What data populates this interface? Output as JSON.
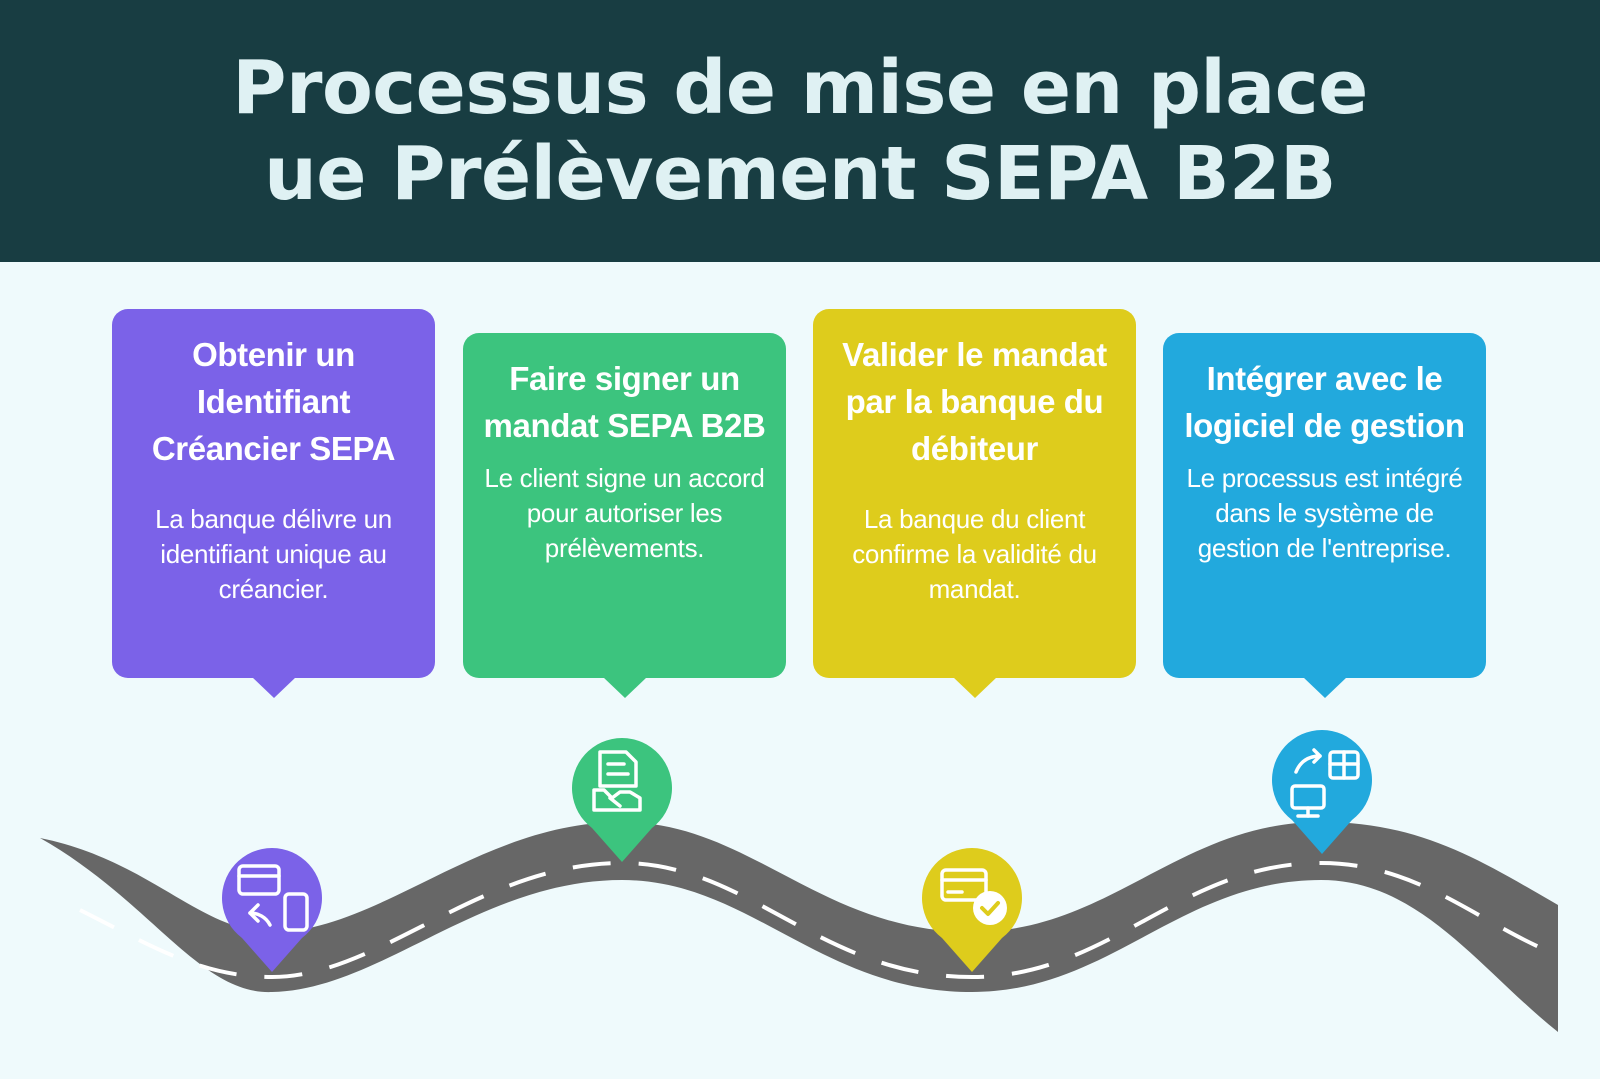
{
  "header": {
    "title_line1": "Processus de mise en place",
    "title_line2": "ue Prélèvement SEPA B2B",
    "background": "#183d42"
  },
  "steps": [
    {
      "title": "Obtenir un Identifiant Créancier SEPA",
      "description": "La banque délivre un identifiant unique au créancier.",
      "color": "#7b62e8",
      "icon": "card-to-phone-icon"
    },
    {
      "title": "Faire signer un mandat SEPA B2B",
      "description": "Le client signe un accord pour autoriser les prélèvements.",
      "color": "#3cc47e",
      "icon": "contract-handshake-icon"
    },
    {
      "title": "Valider le mandat par la banque du débiteur",
      "description": "La banque du client confirme la validité du mandat.",
      "color": "#decc1c",
      "icon": "card-check-icon"
    },
    {
      "title": "Intégrer avec le logiciel de gestion",
      "description": "Le processus est intégré dans le système de gestion de l'entreprise.",
      "color": "#22a9dd",
      "icon": "software-sync-icon"
    }
  ],
  "road": {
    "color": "#676767",
    "dash_color": "#ffffff"
  }
}
